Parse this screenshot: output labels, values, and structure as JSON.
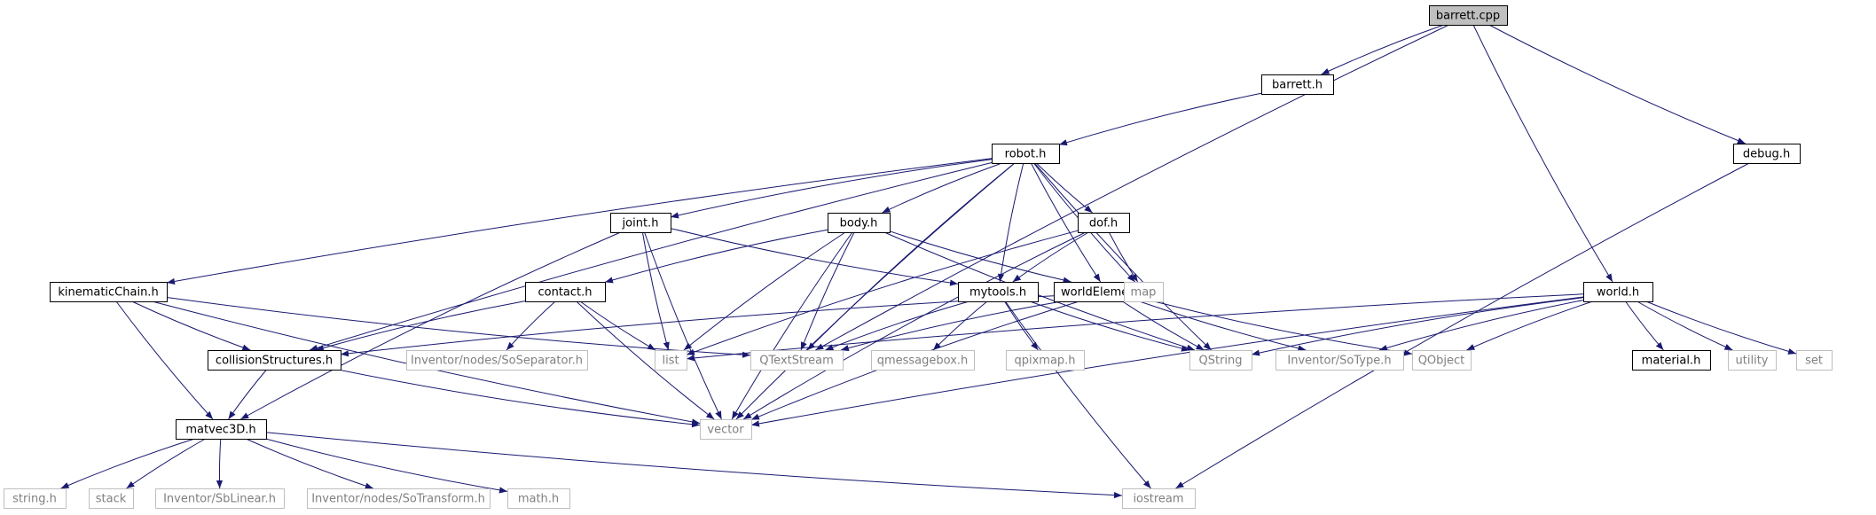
{
  "nodes": [
    {
      "id": "barrett_cpp",
      "label": "barrett.cpp",
      "kind": "root"
    },
    {
      "id": "barrett_h",
      "label": "barrett.h",
      "kind": "documented"
    },
    {
      "id": "debug_h",
      "label": "debug.h",
      "kind": "documented"
    },
    {
      "id": "robot_h",
      "label": "robot.h",
      "kind": "documented"
    },
    {
      "id": "world_h",
      "label": "world.h",
      "kind": "documented"
    },
    {
      "id": "joint_h",
      "label": "joint.h",
      "kind": "documented"
    },
    {
      "id": "body_h",
      "label": "body.h",
      "kind": "documented"
    },
    {
      "id": "dof_h",
      "label": "dof.h",
      "kind": "documented"
    },
    {
      "id": "kinematicChain_h",
      "label": "kinematicChain.h",
      "kind": "documented"
    },
    {
      "id": "contact_h",
      "label": "contact.h",
      "kind": "documented"
    },
    {
      "id": "mytools_h",
      "label": "mytools.h",
      "kind": "documented"
    },
    {
      "id": "worldElement_h",
      "label": "worldElement.h",
      "kind": "documented"
    },
    {
      "id": "map",
      "label": "map",
      "kind": "external"
    },
    {
      "id": "collisionStructures_h",
      "label": "collisionStructures.h",
      "kind": "documented"
    },
    {
      "id": "list",
      "label": "list",
      "kind": "external"
    },
    {
      "id": "SoSeparator",
      "label": "Inventor/nodes/SoSeparator.h",
      "kind": "external"
    },
    {
      "id": "QTextStream",
      "label": "QTextStream",
      "kind": "external"
    },
    {
      "id": "qmessagebox",
      "label": "qmessagebox.h",
      "kind": "external"
    },
    {
      "id": "qpixmap",
      "label": "qpixmap.h",
      "kind": "external"
    },
    {
      "id": "QString",
      "label": "QString",
      "kind": "external"
    },
    {
      "id": "SoType",
      "label": "Inventor/SoType.h",
      "kind": "external"
    },
    {
      "id": "QObject",
      "label": "QObject",
      "kind": "external"
    },
    {
      "id": "material_h",
      "label": "material.h",
      "kind": "documented"
    },
    {
      "id": "utility",
      "label": "utility",
      "kind": "external"
    },
    {
      "id": "set",
      "label": "set",
      "kind": "external"
    },
    {
      "id": "matvec3D_h",
      "label": "matvec3D.h",
      "kind": "documented"
    },
    {
      "id": "vector",
      "label": "vector",
      "kind": "external"
    },
    {
      "id": "string_h",
      "label": "string.h",
      "kind": "external"
    },
    {
      "id": "stack",
      "label": "stack",
      "kind": "external"
    },
    {
      "id": "SbLinear",
      "label": "Inventor/SbLinear.h",
      "kind": "external"
    },
    {
      "id": "SoTransform",
      "label": "Inventor/nodes/SoTransform.h",
      "kind": "external"
    },
    {
      "id": "math_h",
      "label": "math.h",
      "kind": "external"
    },
    {
      "id": "iostream",
      "label": "iostream",
      "kind": "external"
    }
  ],
  "edges": [
    {
      "from": "barrett_cpp",
      "to": "barrett_h"
    },
    {
      "from": "barrett_cpp",
      "to": "debug_h"
    },
    {
      "from": "barrett_cpp",
      "to": "world_h"
    },
    {
      "from": "barrett_cpp",
      "to": "QTextStream"
    },
    {
      "from": "barrett_h",
      "to": "robot_h"
    },
    {
      "from": "debug_h",
      "to": "iostream"
    },
    {
      "from": "robot_h",
      "to": "joint_h"
    },
    {
      "from": "robot_h",
      "to": "body_h"
    },
    {
      "from": "robot_h",
      "to": "dof_h"
    },
    {
      "from": "robot_h",
      "to": "kinematicChain_h"
    },
    {
      "from": "robot_h",
      "to": "mytools_h"
    },
    {
      "from": "robot_h",
      "to": "worldElement_h"
    },
    {
      "from": "robot_h",
      "to": "map"
    },
    {
      "from": "robot_h",
      "to": "collisionStructures_h"
    },
    {
      "from": "robot_h",
      "to": "QTextStream"
    },
    {
      "from": "robot_h",
      "to": "QString"
    },
    {
      "from": "robot_h",
      "to": "vector"
    },
    {
      "from": "joint_h",
      "to": "list"
    },
    {
      "from": "joint_h",
      "to": "vector"
    },
    {
      "from": "joint_h",
      "to": "mytools_h"
    },
    {
      "from": "joint_h",
      "to": "matvec3D_h"
    },
    {
      "from": "body_h",
      "to": "contact_h"
    },
    {
      "from": "body_h",
      "to": "list"
    },
    {
      "from": "body_h",
      "to": "vector"
    },
    {
      "from": "body_h",
      "to": "QTextStream"
    },
    {
      "from": "body_h",
      "to": "worldElement_h"
    },
    {
      "from": "body_h",
      "to": "QString"
    },
    {
      "from": "dof_h",
      "to": "mytools_h"
    },
    {
      "from": "dof_h",
      "to": "list"
    },
    {
      "from": "dof_h",
      "to": "map"
    },
    {
      "from": "dof_h",
      "to": "vector"
    },
    {
      "from": "kinematicChain_h",
      "to": "collisionStructures_h"
    },
    {
      "from": "kinematicChain_h",
      "to": "matvec3D_h"
    },
    {
      "from": "kinematicChain_h",
      "to": "vector"
    },
    {
      "from": "kinematicChain_h",
      "to": "QTextStream"
    },
    {
      "from": "contact_h",
      "to": "collisionStructures_h"
    },
    {
      "from": "contact_h",
      "to": "SoSeparator"
    },
    {
      "from": "contact_h",
      "to": "list"
    },
    {
      "from": "contact_h",
      "to": "vector"
    },
    {
      "from": "mytools_h",
      "to": "QTextStream"
    },
    {
      "from": "mytools_h",
      "to": "qmessagebox"
    },
    {
      "from": "mytools_h",
      "to": "qpixmap"
    },
    {
      "from": "mytools_h",
      "to": "QString"
    },
    {
      "from": "mytools_h",
      "to": "iostream"
    },
    {
      "from": "worldElement_h",
      "to": "QTextStream"
    },
    {
      "from": "worldElement_h",
      "to": "vector"
    },
    {
      "from": "worldElement_h",
      "to": "QString"
    },
    {
      "from": "worldElement_h",
      "to": "SoType"
    },
    {
      "from": "worldElement_h",
      "to": "QObject"
    },
    {
      "from": "worldElement_h",
      "to": "collisionStructures_h"
    },
    {
      "from": "world_h",
      "to": "list"
    },
    {
      "from": "world_h",
      "to": "QString"
    },
    {
      "from": "world_h",
      "to": "SoType"
    },
    {
      "from": "world_h",
      "to": "QObject"
    },
    {
      "from": "world_h",
      "to": "material_h"
    },
    {
      "from": "world_h",
      "to": "utility"
    },
    {
      "from": "world_h",
      "to": "set"
    },
    {
      "from": "world_h",
      "to": "vector"
    },
    {
      "from": "collisionStructures_h",
      "to": "matvec3D_h"
    },
    {
      "from": "collisionStructures_h",
      "to": "vector"
    },
    {
      "from": "matvec3D_h",
      "to": "string_h"
    },
    {
      "from": "matvec3D_h",
      "to": "stack"
    },
    {
      "from": "matvec3D_h",
      "to": "SbLinear"
    },
    {
      "from": "matvec3D_h",
      "to": "SoTransform"
    },
    {
      "from": "matvec3D_h",
      "to": "math_h"
    },
    {
      "from": "matvec3D_h",
      "to": "iostream"
    }
  ],
  "colors": {
    "edge": "#191970",
    "root_fill": "#bfbfbf",
    "documented_border": "#000000",
    "external_border": "#bfbfbf",
    "external_text": "#808080",
    "text": "#000000"
  }
}
